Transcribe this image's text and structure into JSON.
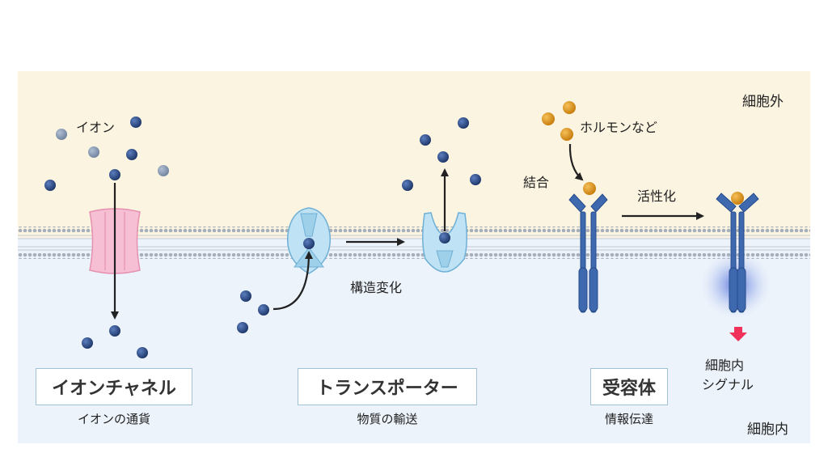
{
  "regions": {
    "extracellular": "細胞外",
    "intracellular": "細胞内"
  },
  "ion_channel": {
    "title": "イオンチャネル",
    "subtitle": "イオンの通貨",
    "ion_label": "イオン"
  },
  "transporter": {
    "title": "トランスポーター",
    "subtitle": "物質の輸送",
    "change_label": "構造変化"
  },
  "receptor": {
    "title": "受容体",
    "subtitle": "情報伝達",
    "hormone_label": "ホルモンなど",
    "binding_label": "結合",
    "activation_label": "活性化",
    "signal_label_line1": "細胞内",
    "signal_label_line2": "シグナル"
  },
  "colors": {
    "extracellular_bg": "#fbf4e1",
    "intracellular_bg": "#edf3fb",
    "ion": "#2a4a86",
    "hormone": "#e09a1e",
    "channel": "#f6bfd3",
    "transporter": "#bfe3f4",
    "receptor": "#3f69ae",
    "signal_arrow": "#f0325a"
  }
}
